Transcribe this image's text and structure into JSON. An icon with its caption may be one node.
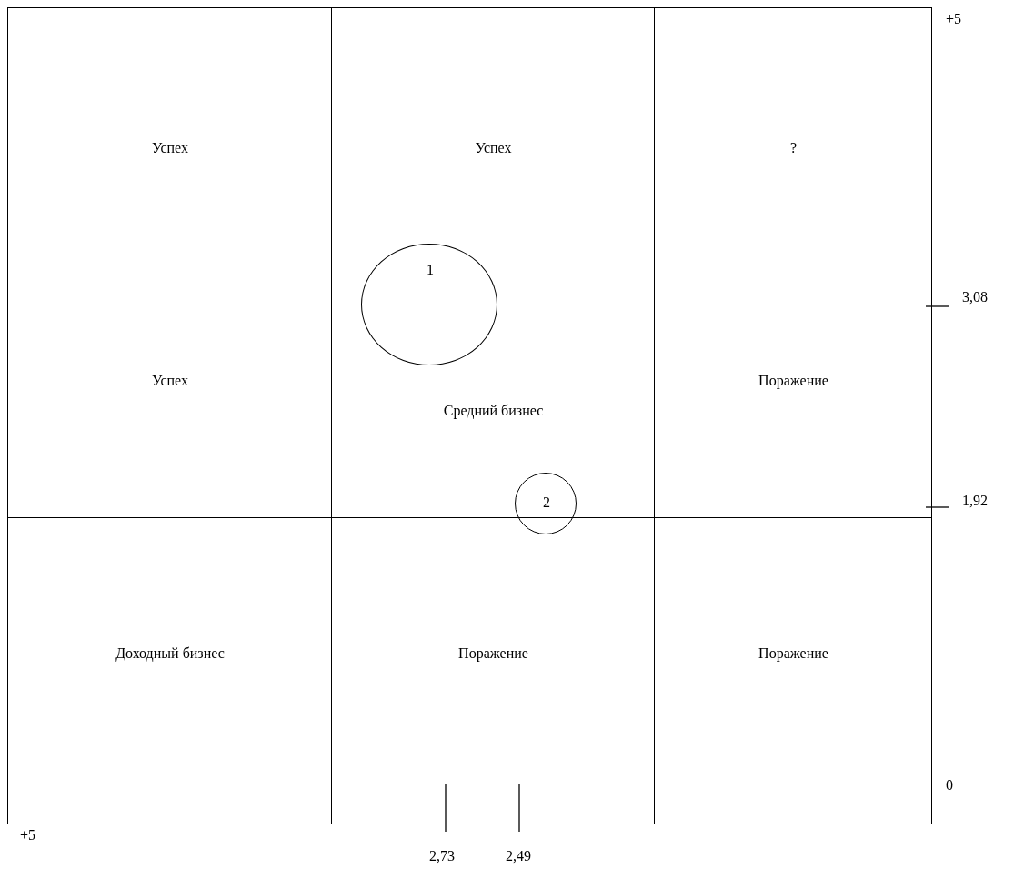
{
  "diagram": {
    "nodes": [
      {
        "text": [
          "Успех"
        ]
      },
      {
        "text": [
          "Успех"
        ]
      },
      {
        "text": [
          "?"
        ]
      },
      {
        "text": [
          "Успех"
        ]
      },
      {
        "text": [
          "Средний бизнес"
        ]
      },
      {
        "text": [
          "Поражение"
        ]
      },
      {
        "text": [
          "Доходный бизнес"
        ]
      },
      {
        "text": [
          "Поражение"
        ]
      },
      {
        "text": [
          "Поражение"
        ]
      },
      {
        "text": [
          "1"
        ]
      },
      {
        "text": [
          "2"
        ]
      }
    ],
    "edges": [],
    "labels": [
      "+5",
      "3,08",
      "1,92",
      "0",
      "+5",
      "2,73",
      "2,49"
    ]
  }
}
